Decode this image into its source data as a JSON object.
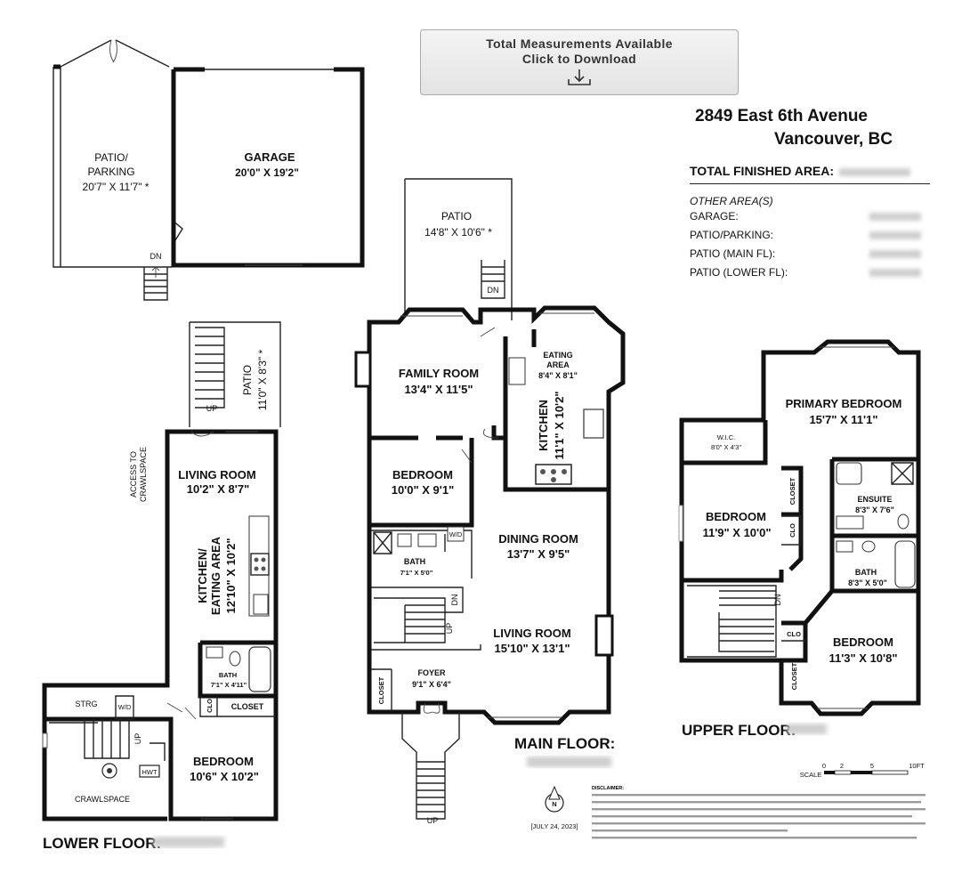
{
  "download_button": {
    "line1": "Total Measurements Available",
    "line2": "Click to Download",
    "icon": "download-arrow-icon"
  },
  "address": {
    "street": "2849 East 6th Avenue",
    "city": "Vancouver, BC"
  },
  "total_finished_area_label": "TOTAL FINISHED AREA:",
  "other_areas": {
    "header": "OTHER AREA(S)",
    "rows": [
      {
        "label": "GARAGE:"
      },
      {
        "label": "PATIO/PARKING:"
      },
      {
        "label": "PATIO (MAIN FL):"
      },
      {
        "label": "PATIO (LOWER FL):"
      }
    ]
  },
  "floors": {
    "main": "MAIN FLOOR:",
    "upper": "UPPER FLOOR:",
    "lower": "LOWER FLOOR:"
  },
  "outbuildings": {
    "patio_parking": {
      "name1": "PATIO/",
      "name2": "PARKING",
      "dims": "20'7\" X 11'7\" *",
      "dn": "DN"
    },
    "garage": {
      "name": "GARAGE",
      "dims": "20'0\" X 19'2\""
    }
  },
  "main_floor_rooms": {
    "patio": {
      "name": "PATIO",
      "dims": "14'8\" X 10'6\" *",
      "dn": "DN"
    },
    "family_room": {
      "name": "FAMILY ROOM",
      "dims": "13'4\" X 11'5\""
    },
    "eating_area": {
      "name1": "EATING",
      "name2": "AREA",
      "dims": "8'4\" X 8'1\""
    },
    "kitchen": {
      "name": "KITCHEN",
      "dims": "11'1\" X 10'2\""
    },
    "bedroom": {
      "name": "BEDROOM",
      "dims": "10'0\" X 9'1\""
    },
    "dining_room": {
      "name": "DINING ROOM",
      "dims": "13'7\" X 9'5\""
    },
    "bath": {
      "name": "BATH",
      "dims": "7'1\" X 5'0\"",
      "wd": "W/D"
    },
    "dn": "DN",
    "up": "UP",
    "living_room": {
      "name": "LIVING ROOM",
      "dims": "15'10\" X 13'1\""
    },
    "foyer": {
      "name": "FOYER",
      "dims": "9'1\" X 6'4\""
    },
    "closet": "CLOSET",
    "entry_up": "UP"
  },
  "upper_floor_rooms": {
    "primary_bedroom": {
      "name": "PRIMARY BEDROOM",
      "dims": "15'7\" X 11'1\""
    },
    "wic": {
      "name": "W.I.C.",
      "dims": "8'0\" X 4'3\""
    },
    "closet": "CLOSET",
    "ensuite": {
      "name": "ENSUITE",
      "dims": "8'3\" X 7'6\""
    },
    "clo1": "CLO",
    "bedroom1": {
      "name": "BEDROOM",
      "dims": "11'9\" X 10'0\""
    },
    "bath": {
      "name": "BATH",
      "dims": "8'3\" X 5'0\""
    },
    "dn": "DN",
    "clo2": "CLO",
    "closet2": "CLOSET",
    "bedroom2": {
      "name": "BEDROOM",
      "dims": "11'3\" X 10'8\""
    }
  },
  "lower_floor_rooms": {
    "patio": {
      "name": "PATIO",
      "dims": "11'0\" X 8'3\" *",
      "up": "UP"
    },
    "access": {
      "line1": "ACCESS TO",
      "line2": "CRAWLSPACE"
    },
    "living_room": {
      "name": "LIVING ROOM",
      "dims": "10'2\" X 8'7\""
    },
    "kitchen": {
      "name1": "KITCHEN/",
      "name2": "EATING AREA",
      "dims": "12'10\" X 10'2\""
    },
    "bath": {
      "name": "BATH",
      "dims": "7'1\" X 4'11\""
    },
    "strg": "STRG",
    "wd": "W/D",
    "up": "UP",
    "clo": "CLO",
    "closet": "CLOSET",
    "hwt": "HWT",
    "crawlspace": "CRAWLSPACE",
    "bedroom": {
      "name": "BEDROOM",
      "dims": "10'6\" X 10'2\""
    }
  },
  "scale": {
    "label": "SCALE",
    "t0": "0",
    "t1": "2",
    "t2": "5",
    "t3": "10FT"
  },
  "north": {
    "letter": "N",
    "date": "[JULY 24, 2023]"
  },
  "disclaimer_title": "DISCLAIMER:"
}
